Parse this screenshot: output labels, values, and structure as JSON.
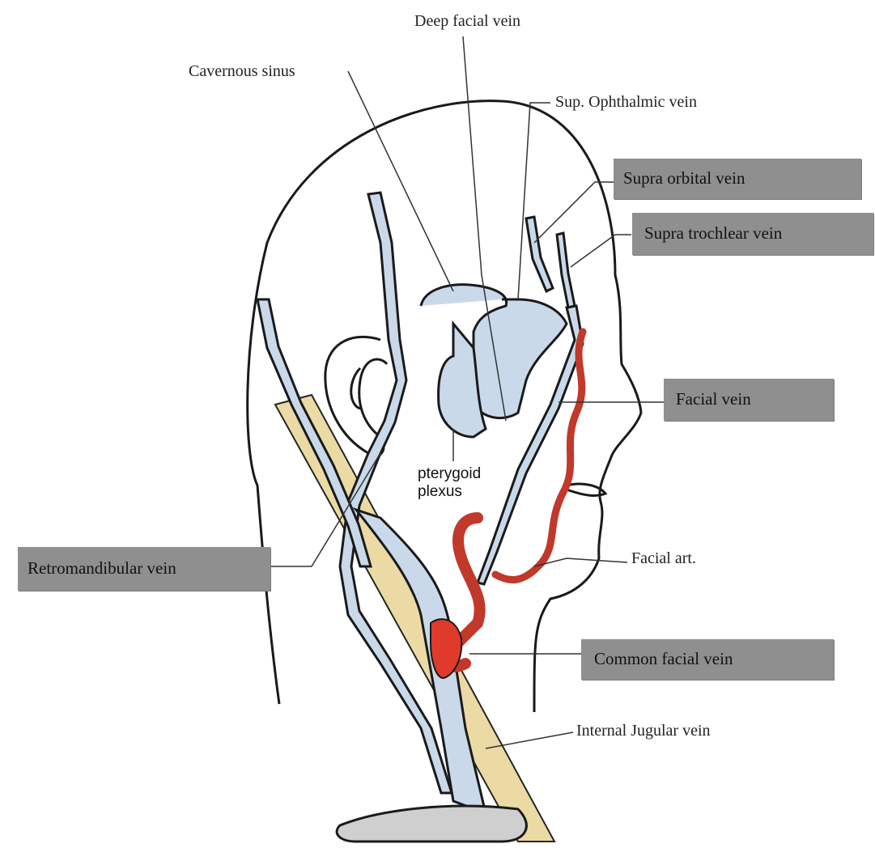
{
  "labels": {
    "deep_facial_vein": "Deep facial vein",
    "cavernous_sinus": "Cavernous sinus",
    "sup_ophthalmic_vein": "Sup. Ophthalmic vein",
    "supra_orbital_vein": "Supra orbital vein",
    "supra_trochlear_vein": "Supra trochlear vein",
    "facial_vein": "Facial vein",
    "pterygoid_line1": "pterygoid",
    "pterygoid_line2": "plexus",
    "retromandibular_vein": "Retromandibular vein",
    "facial_art": "Facial art.",
    "common_facial_vein": "Common facial vein",
    "internal_jugular_vein": "Internal Jugular vein"
  },
  "colors": {
    "vein_fill": "#c9d9ea",
    "artery_fill": "#c0392b",
    "muscle_fill": "#ead9a0",
    "outline": "#1a1a1a",
    "label_box": "#8f8f8f"
  }
}
